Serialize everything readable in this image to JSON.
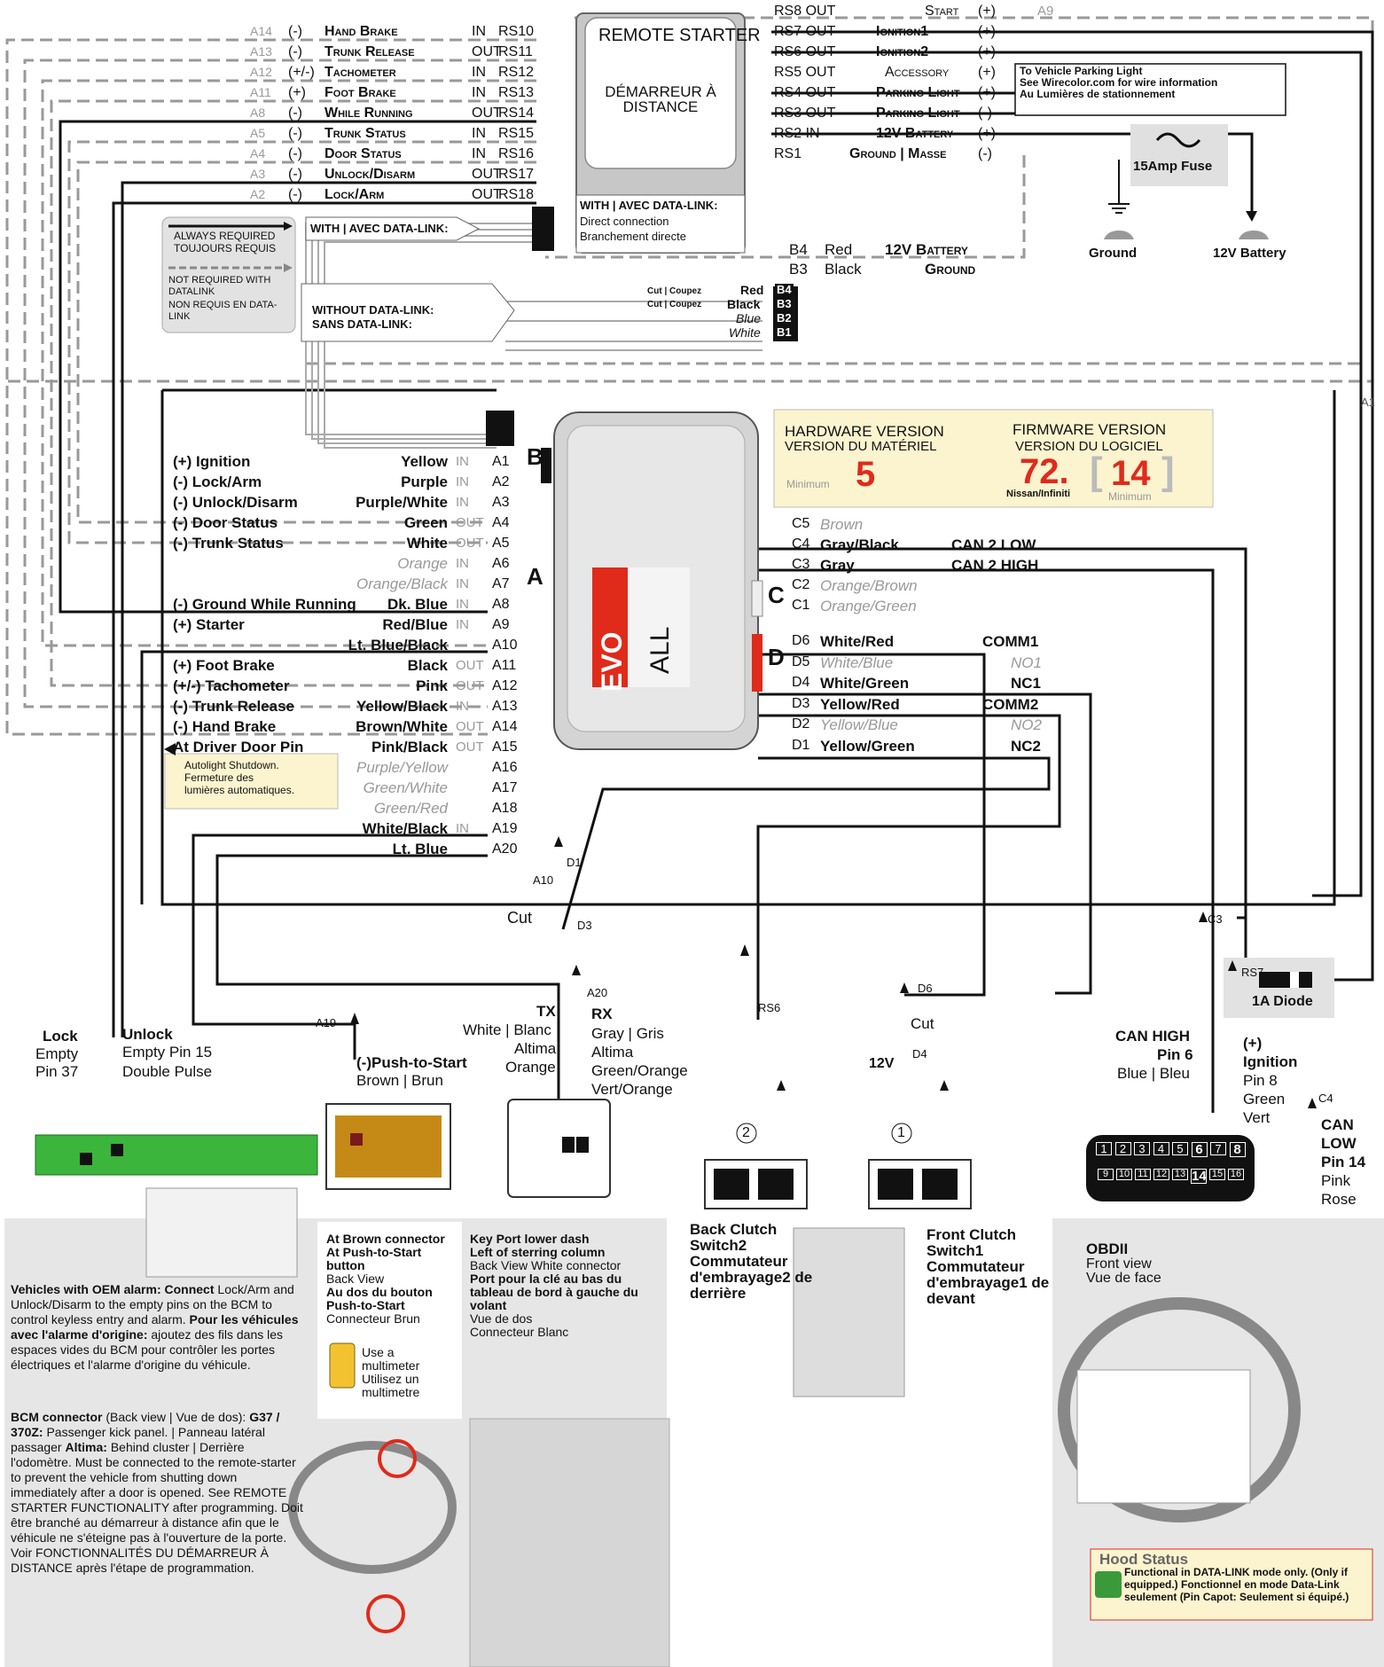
{
  "remote_starter": {
    "title_en": "REMOTE STARTER",
    "title_fr": "DÉMARREUR À DISTANCE",
    "datalink_title": "WITH | AVEC DATA-LINK:",
    "datalink_line1": "Direct connection",
    "datalink_line2": "Branchement directe"
  },
  "legend": {
    "required_en": "ALWAYS REQUIRED",
    "required_fr": "TOUJOURS REQUIS",
    "not_required_en": "NOT REQUIRED WITH DATALINK",
    "not_required_fr": "NON REQUIS EN DATA-LINK"
  },
  "with_datalink": "WITH | AVEC DATA-LINK:",
  "without_datalink": {
    "en": "WITHOUT DATA-LINK:",
    "fr": "SANS DATA-LINK:"
  },
  "rs_top": [
    {
      "pin": "A14",
      "pol": "(-)",
      "name": "Hand Brake",
      "dir": "IN",
      "rs": "RS10"
    },
    {
      "pin": "A13",
      "pol": "(-)",
      "name": "Trunk Release",
      "dir": "OUT",
      "rs": "RS11"
    },
    {
      "pin": "A12",
      "pol": "(+/-)",
      "name": "Tachometer",
      "dir": "IN",
      "rs": "RS12"
    },
    {
      "pin": "A11",
      "pol": "(+)",
      "name": "Foot Brake",
      "dir": "IN",
      "rs": "RS13"
    },
    {
      "pin": "A8",
      "pol": "(-)",
      "name": "While Running",
      "dir": "OUT",
      "rs": "RS14"
    },
    {
      "pin": "A5",
      "pol": "(-)",
      "name": "Trunk Status",
      "dir": "IN",
      "rs": "RS15"
    },
    {
      "pin": "A4",
      "pol": "(-)",
      "name": "Door Status",
      "dir": "IN",
      "rs": "RS16"
    },
    {
      "pin": "A3",
      "pol": "(-)",
      "name": "Unlock/Disarm",
      "dir": "OUT",
      "rs": "RS17"
    },
    {
      "pin": "A2",
      "pol": "(-)",
      "name": "Lock/Arm",
      "dir": "OUT",
      "rs": "RS18"
    }
  ],
  "rs_right": [
    {
      "rs": "RS8 OUT",
      "name": "Start",
      "pol": "(+)",
      "extra": "A9"
    },
    {
      "rs": "RS7 OUT",
      "name": "Ignition1",
      "pol": "(+)"
    },
    {
      "rs": "RS6 OUT",
      "name": "Ignition2",
      "pol": "(+)"
    },
    {
      "rs": "RS5 OUT",
      "name": "Accessory",
      "pol": "(+)"
    },
    {
      "rs": "RS4 OUT",
      "name": "Parking Light",
      "pol": "(+)"
    },
    {
      "rs": "RS3 OUT",
      "name": "Parking Light",
      "pol": "(-)"
    },
    {
      "rs": "RS2 IN",
      "name": "12V Battery",
      "pol": "(+)"
    },
    {
      "rs": "RS1",
      "name": "Ground | Masse",
      "pol": "(-)"
    }
  ],
  "parking_note": [
    "To Vehicle Parking Light",
    "See Wirecolor.com for wire information",
    "Au Lumières de stationnement"
  ],
  "fuse": "15Amp Fuse",
  "ground_label": "Ground",
  "battery_label": "12V Battery",
  "b_connector": [
    {
      "pin": "B4",
      "color": "Red",
      "name": "12V Battery"
    },
    {
      "pin": "B3",
      "color": "Black",
      "name": "Ground"
    }
  ],
  "b_pins": [
    {
      "pin": "B4",
      "color": "Red"
    },
    {
      "pin": "B3",
      "color": "Black"
    },
    {
      "pin": "B2",
      "color": "Blue"
    },
    {
      "pin": "B1",
      "color": "White"
    }
  ],
  "cut_coupez": "Cut | Coupez",
  "version": {
    "hw_en": "HARDWARE VERSION",
    "hw_fr": "VERSION DU MATÉRIEL",
    "hw_value": "5",
    "minimum": "Minimum",
    "fw_en": "FIRMWARE VERSION",
    "fw_fr": "VERSION DU LOGICIEL",
    "fw_value": "72.",
    "fw_bracket_value": "14",
    "fw_make": "Nissan/Infiniti",
    "fw_min": "Minimum"
  },
  "module": {
    "logo": "EVO",
    "sub": "ALL",
    "conn_a": "A",
    "conn_b": "B",
    "conn_c": "C",
    "conn_d": "D"
  },
  "a_pins": [
    {
      "pin": "A1",
      "func": "(+)  Ignition",
      "color": "Yellow",
      "dir": "IN"
    },
    {
      "pin": "A2",
      "func": "(-)  Lock/Arm",
      "color": "Purple",
      "dir": "IN"
    },
    {
      "pin": "A3",
      "func": "(-)  Unlock/Disarm",
      "color": "Purple/White",
      "dir": "IN"
    },
    {
      "pin": "A4",
      "func": "(-)  Door Status",
      "color": "Green",
      "dir": "OUT"
    },
    {
      "pin": "A5",
      "func": "(-)  Trunk Status",
      "color": "White",
      "dir": "OUT"
    },
    {
      "pin": "A6",
      "func": "",
      "color": "Orange",
      "dir": "IN"
    },
    {
      "pin": "A7",
      "func": "",
      "color": "Orange/Black",
      "dir": "IN"
    },
    {
      "pin": "A8",
      "func": "(-)  Ground While Running",
      "color": "Dk. Blue",
      "dir": "IN"
    },
    {
      "pin": "A9",
      "func": "(+)  Starter",
      "color": "Red/Blue",
      "dir": "IN"
    },
    {
      "pin": "A10",
      "func": "",
      "color": "Lt. Blue/Black",
      "dir": ""
    },
    {
      "pin": "A11",
      "func": "(+)  Foot Brake",
      "color": "Black",
      "dir": "OUT"
    },
    {
      "pin": "A12",
      "func": "(+/-)  Tachometer",
      "color": "Pink",
      "dir": "OUT"
    },
    {
      "pin": "A13",
      "func": "(-)  Trunk Release",
      "color": "Yellow/Black",
      "dir": "IN"
    },
    {
      "pin": "A14",
      "func": "(-)  Hand Brake",
      "color": "Brown/White",
      "dir": "OUT"
    },
    {
      "pin": "A15",
      "func": "At Driver Door Pin",
      "color": "Pink/Black",
      "dir": "OUT"
    },
    {
      "pin": "A16",
      "func": "",
      "color": "Purple/Yellow",
      "dir": ""
    },
    {
      "pin": "A17",
      "func": "",
      "color": "Green/White",
      "dir": ""
    },
    {
      "pin": "A18",
      "func": "",
      "color": "Green/Red",
      "dir": ""
    },
    {
      "pin": "A19",
      "func": "",
      "color": "White/Black",
      "dir": "IN"
    },
    {
      "pin": "A20",
      "func": "",
      "color": "Lt. Blue",
      "dir": ""
    }
  ],
  "autolight": [
    "Autolight Shutdown.",
    "Fermeture des",
    "lumières automatiques."
  ],
  "c_pins": [
    {
      "pin": "C5",
      "color": "Brown",
      "func": ""
    },
    {
      "pin": "C4",
      "color": "Gray/Black",
      "func": "CAN 2 LOW"
    },
    {
      "pin": "C3",
      "color": "Gray",
      "func": "CAN 2 HIGH"
    },
    {
      "pin": "C2",
      "color": "Orange/Brown",
      "func": ""
    },
    {
      "pin": "C1",
      "color": "Orange/Green",
      "func": ""
    }
  ],
  "d_pins": [
    {
      "pin": "D6",
      "color": "White/Red",
      "func": "COMM1"
    },
    {
      "pin": "D5",
      "color": "White/Blue",
      "func": "NO1"
    },
    {
      "pin": "D4",
      "color": "White/Green",
      "func": "NC1"
    },
    {
      "pin": "D3",
      "color": "Yellow/Red",
      "func": "COMM2"
    },
    {
      "pin": "D2",
      "color": "Yellow/Blue",
      "func": "NO2"
    },
    {
      "pin": "D1",
      "color": "Yellow/Green",
      "func": "NC2"
    }
  ],
  "wire_tags": {
    "a1": "A1",
    "a10": "A10",
    "d1": "D1",
    "d3": "D3",
    "cut": "Cut",
    "a20": "A20",
    "a19": "A19",
    "rs6": "RS6",
    "d6": "D6",
    "d4": "D4",
    "cut2": "Cut",
    "v12": "12V",
    "c3": "C3",
    "c4": "C4",
    "rs7": "RS7",
    "diode": "1A Diode"
  },
  "lock_unlock": {
    "lock_title": "Lock",
    "lock_1": "Empty",
    "lock_2": "Pin 37",
    "unlock_title": "Unlock",
    "unlock_1": "Empty Pin 15",
    "unlock_2": "Double Pulse"
  },
  "push_start": {
    "title": "(-)Push-to-Start",
    "sub": "Brown | Brun"
  },
  "txrx": {
    "tx": "TX",
    "tx1": "White | Blanc",
    "tx2": "Altima",
    "tx3": "Orange",
    "rx": "RX",
    "rx1": "Gray | Gris",
    "rx2": "Altima",
    "rx3": "Green/Orange",
    "rx4": "Vert/Orange"
  },
  "clutch_nums": {
    "n2": "2",
    "n1": "1"
  },
  "obd": {
    "can_high": "CAN HIGH",
    "pin6": "Pin 6",
    "bleu": "Blue | Bleu",
    "ign_pol": "(+)",
    "ign": "Ignition",
    "pin8": "Pin 8",
    "green": "Green",
    "vert": "Vert",
    "can": "CAN",
    "low": "LOW",
    "pin14": "Pin 14",
    "pink": "Pink",
    "rose": "Rose",
    "pins_top": [
      "1",
      "2",
      "3",
      "4",
      "5",
      "6",
      "7",
      "8"
    ],
    "pins_bot": [
      "9",
      "10",
      "11",
      "12",
      "13",
      "14",
      "15",
      "16"
    ]
  },
  "bottom": {
    "bcm_note_b1": "Vehicles with OEM alarm: Connect",
    "bcm_note_t1": "Lock/Arm and Unlock/Disarm to the empty pins on the BCM to control keyless entry and alarm.",
    "bcm_note_b2": "Pour les véhicules avec l'alarme d'origine:",
    "bcm_note_t2": "ajoutez des fils dans les espaces vides du BCM pour contrôler les portes électriques et l'alarme d'origine du véhicule.",
    "bcm_conn_b": "BCM connector",
    "bcm_conn_t": "(Back view | Vue de dos):",
    "bcm_g37_b": "G37 / 370Z:",
    "bcm_g37_t": "Passenger kick panel. | Panneau latéral passager",
    "bcm_alt_b": "Altima:",
    "bcm_alt_t": "Behind cluster | Derrière l'odomètre.",
    "bcm_must": "Must be connected to the remote-starter to prevent the vehicle from shutting down immediately after a door is opened. See REMOTE STARTER FUNCTIONALITY after programming. Doit être branché au démarreur à distance afin que le véhicule ne s'éteigne pas à l'ouverture de la porte. Voir FONCTIONNALITÉS DU DÉMARREUR À DISTANCE après l'étape de programmation.",
    "brown_b1": "At Brown connector",
    "brown_b2": "At Push-to-Start button",
    "brown_t1": "Back View",
    "brown_b3": "Au dos du bouton Push-to-Start",
    "brown_t2": "Connecteur Brun",
    "multimeter": "Use a multimeter Utilisez un multimetre",
    "key_b1": "Key Port lower dash",
    "key_b2": "Left of sterring column",
    "key_t1": "Back View White connector",
    "key_b3": "Port pour la clé au bas du tableau de bord à gauche du volant",
    "key_t2": "Vue de dos",
    "key_t3": "Connecteur Blanc",
    "back_clutch": "Back Clutch Switch2 Commutateur d'embrayage2 de derrière",
    "front_clutch": "Front Clutch Switch1 Commutateur d'embrayage1 de devant",
    "obd_title": "OBDII",
    "obd_sub1": "Front view",
    "obd_sub2": "Vue de face",
    "hood_title": "Hood Status",
    "hood_text": "Functional in DATA-LINK mode only. (Only if equipped.) Fonctionnel en mode Data-Link seulement (Pin Capot: Seulement si équipé.)"
  },
  "colors": {
    "accent_red": "#e02a1a",
    "note_yellow": "#fbf4cf",
    "panel_gray": "#e6e6e6",
    "hood_green": "#3a9a3a"
  }
}
